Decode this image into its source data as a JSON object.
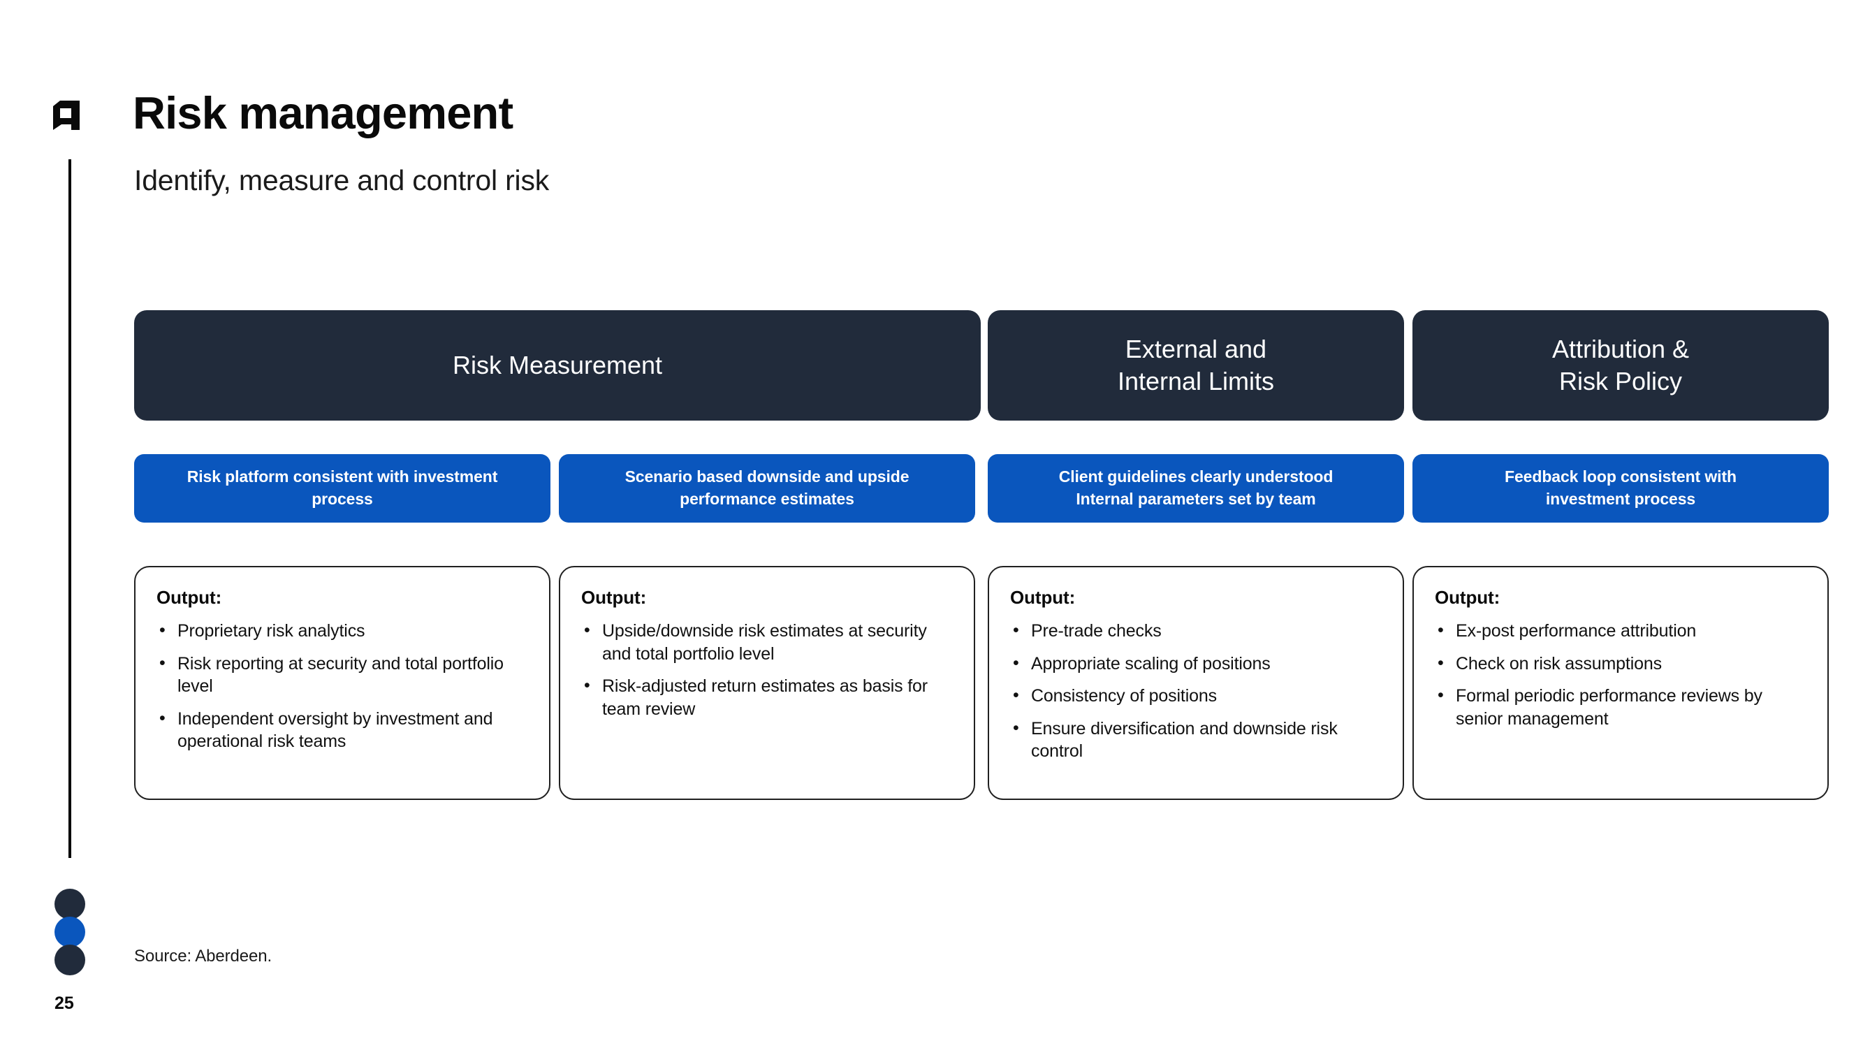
{
  "colors": {
    "navy": "#212b3b",
    "blue": "#0a56bd",
    "ink": "#0a0a0a",
    "card_border": "#202020",
    "page_bg": "#ffffff"
  },
  "header": {
    "logo_name": "aberdeen-logo-icon",
    "title": "Risk management",
    "subtitle": "Identify, measure and control risk"
  },
  "pillars": [
    {
      "label": "Risk Measurement",
      "lines": [
        "Risk Measurement"
      ]
    },
    {
      "label": "External and Internal Limits",
      "lines": [
        "External and",
        "Internal Limits"
      ]
    },
    {
      "label": "Attribution & Risk Policy",
      "lines": [
        "Attribution &",
        "Risk Policy"
      ]
    }
  ],
  "capabilities": [
    {
      "lines": [
        "Risk platform consistent with investment",
        "process"
      ]
    },
    {
      "lines": [
        "Scenario based downside and upside",
        "performance estimates"
      ]
    },
    {
      "lines": [
        "Client guidelines clearly understood",
        "Internal parameters set by team"
      ]
    },
    {
      "lines": [
        "Feedback loop consistent with",
        "investment process"
      ]
    }
  ],
  "outputs": [
    {
      "label": "Output:",
      "bullets": [
        "Proprietary risk analytics",
        "Risk reporting at security and total portfolio level",
        "Independent oversight by investment and operational risk teams"
      ]
    },
    {
      "label": "Output:",
      "bullets": [
        "Upside/downside risk estimates at security and total portfolio level",
        "Risk-adjusted return estimates as basis for team review"
      ]
    },
    {
      "label": "Output:",
      "bullets": [
        "Pre-trade checks",
        "Appropriate scaling of positions",
        "Consistency of positions",
        "Ensure diversification and downside risk control"
      ]
    },
    {
      "label": "Output:",
      "bullets": [
        "Ex-post performance attribution",
        "Check on risk assumptions",
        "Formal periodic performance reviews by senior management"
      ]
    }
  ],
  "footer": {
    "dots": [
      "navy",
      "blue",
      "navy"
    ],
    "source": "Source: Aberdeen.",
    "page_number": "25"
  }
}
